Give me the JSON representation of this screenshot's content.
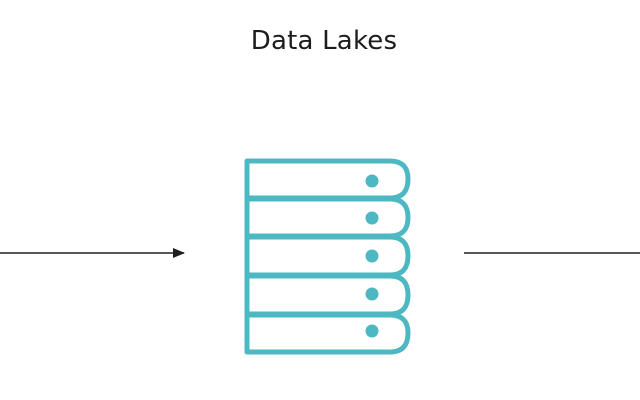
{
  "title": "Data Lakes",
  "colors": {
    "server": "#4db8c2",
    "arrow": "#1f1f1f",
    "title": "#1c1c1c"
  },
  "icons": {
    "server": "server-rack-icon",
    "incoming": "arrow-right-icon",
    "outgoing": "line-right"
  },
  "server": {
    "unit_count": 5
  }
}
